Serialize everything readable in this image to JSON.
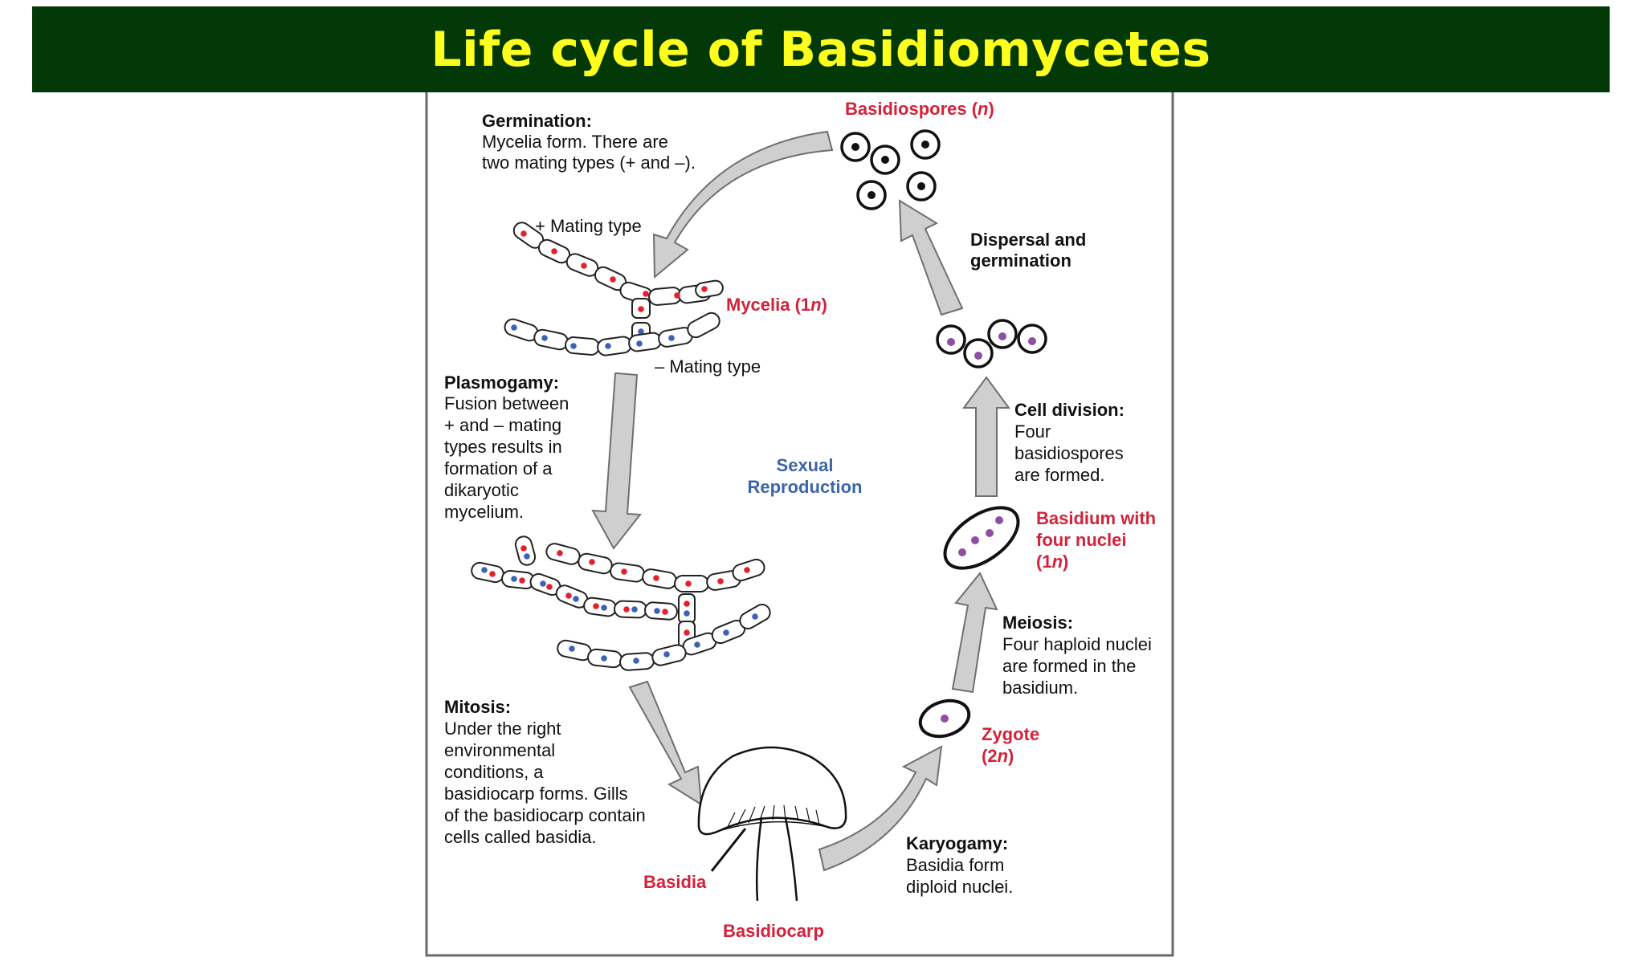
{
  "title": "Life cycle of Basidiomycetes",
  "colors": {
    "title_bg": "#033906",
    "title_text": "#ffff1f",
    "accent_red": "#d3223a",
    "accent_blue": "#3a66a8",
    "nucleus_purple": "#8e4fa3",
    "nucleus_red": "#e5202e",
    "nucleus_blue": "#3b62b5"
  },
  "labels": {
    "basidiospores": "Basidiospores (",
    "basidiospores_n": "n",
    "basidiospores_end": ")",
    "germination_head": "Germination:",
    "germination_l1": "Mycelia form. There are",
    "germination_l2": "two mating types (+ and –).",
    "plus_mating": "+ Mating type",
    "mycelia": "Mycelia (1",
    "mycelia_n": "n",
    "mycelia_end": ")",
    "minus_mating": "– Mating type",
    "dispersal_l1": "Dispersal and",
    "dispersal_l2": "germination",
    "plasmogamy_head": "Plasmogamy:",
    "plasmogamy_l1": "Fusion between",
    "plasmogamy_l2": "+ and – mating",
    "plasmogamy_l3": "types results in",
    "plasmogamy_l4": "formation of a",
    "plasmogamy_l5": "dikaryotic",
    "plasmogamy_l6": "mycelium.",
    "sexual_l1": "Sexual",
    "sexual_l2": "Reproduction",
    "celldiv_head": "Cell division:",
    "celldiv_l1": "Four",
    "celldiv_l2": "basidiospores",
    "celldiv_l3": "are formed.",
    "basidium_l1": "Basidium with",
    "basidium_l2": "four nuclei",
    "basidium_l3": "(1",
    "basidium_n": "n",
    "basidium_end": ")",
    "meiosis_head": "Meiosis:",
    "meiosis_l1": "Four haploid nuclei",
    "meiosis_l2": "are formed in the",
    "meiosis_l3": "basidium.",
    "zygote_l1": "Zygote",
    "zygote_l2": "(2",
    "zygote_n": "n",
    "zygote_end": ")",
    "mitosis_head": "Mitosis:",
    "mitosis_l1": "Under the right",
    "mitosis_l2": "environmental",
    "mitosis_l3": "conditions, a",
    "mitosis_l4": "basidiocarp forms. Gills",
    "mitosis_l5": "of the basidiocarp contain",
    "mitosis_l6": "cells called basidia.",
    "karyogamy_head": "Karyogamy:",
    "karyogamy_l1": "Basidia form",
    "karyogamy_l2": "diploid nuclei.",
    "basidia": "Basidia",
    "basidiocarp": "Basidiocarp"
  }
}
